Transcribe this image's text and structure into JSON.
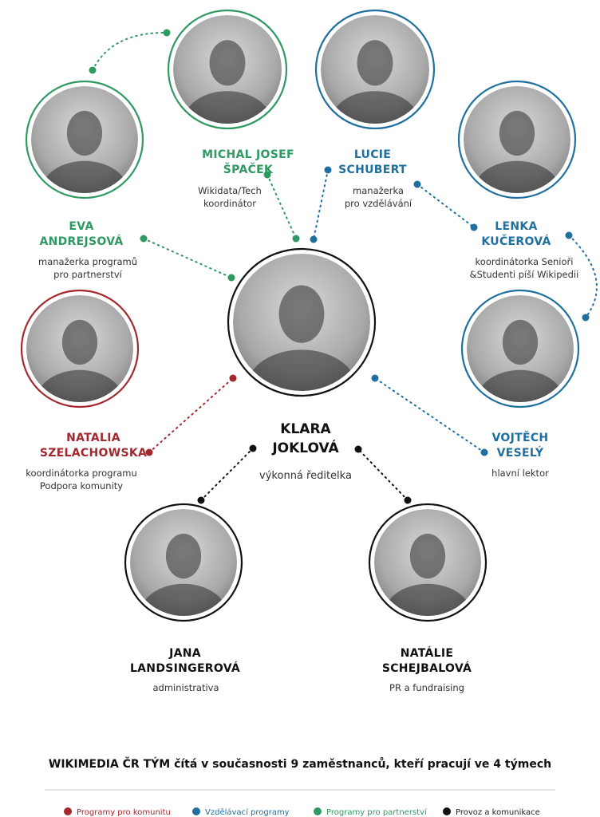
{
  "colors": {
    "red": "#a3282d",
    "blue": "#1f6f9f",
    "green": "#2e9a62",
    "black": "#111111"
  },
  "director": {
    "name_lines": [
      "KLARA",
      "JOKLOVÁ"
    ],
    "role": "výkonná ředitelka"
  },
  "people": [
    {
      "id": "michal",
      "team": "green",
      "name_lines": [
        "MICHAL JOSEF",
        "ŠPAČEK"
      ],
      "role_lines": [
        "Wikidata/Tech",
        "koordinátor"
      ]
    },
    {
      "id": "lucie",
      "team": "blue",
      "name_lines": [
        "LUCIE",
        "SCHUBERT"
      ],
      "role_lines": [
        "manažerka",
        "pro vzdělávání"
      ]
    },
    {
      "id": "eva",
      "team": "green",
      "name_lines": [
        "EVA",
        "ANDREJSOVÁ"
      ],
      "role_lines": [
        "manažerka programů",
        "pro partnerství"
      ]
    },
    {
      "id": "lenka",
      "team": "blue",
      "name_lines": [
        "LENKA",
        "KUČEROVÁ"
      ],
      "role_lines": [
        "koordinátorka Senioři",
        "&Studenti píší Wikipedii"
      ]
    },
    {
      "id": "natalia",
      "team": "red",
      "name_lines": [
        "NATALIA",
        "SZELACHOWSKA"
      ],
      "role_lines": [
        "koordinátorka programu",
        "Podpora komunity"
      ]
    },
    {
      "id": "vojtech",
      "team": "blue",
      "name_lines": [
        "VOJTĚCH",
        "VESELÝ"
      ],
      "role_lines": [
        "hlavní lektor"
      ]
    },
    {
      "id": "jana",
      "team": "black",
      "name_lines": [
        "JANA",
        "LANDSINGEROVÁ"
      ],
      "role_lines": [
        "administrativa"
      ]
    },
    {
      "id": "natalie",
      "team": "black",
      "name_lines": [
        "NATÁLIE",
        "SCHEJBALOVÁ"
      ],
      "role_lines": [
        "PR a fundraising"
      ]
    }
  ],
  "footer": {
    "title": "WIKIMEDIA ČR TÝM čítá v současnosti 9 zaměstnanců, kteří pracují ve 4 týmech"
  },
  "legend": [
    {
      "team": "red",
      "label": "Programy pro komunitu"
    },
    {
      "team": "blue",
      "label": "Vzdělávací programy"
    },
    {
      "team": "green",
      "label": "Programy pro partnerství"
    },
    {
      "team": "black",
      "label": "Provoz a komunikace"
    }
  ]
}
